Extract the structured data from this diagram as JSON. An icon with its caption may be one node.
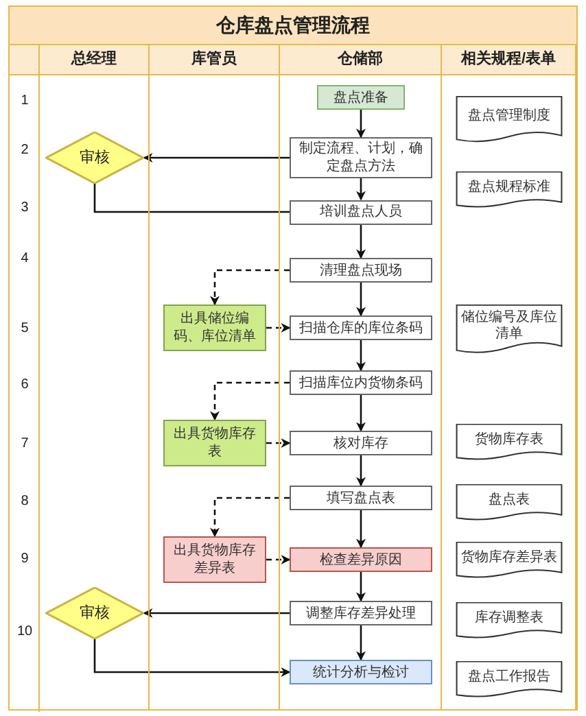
{
  "diagram": {
    "title": "仓库盘点管理流程",
    "nodes": [
      {
        "text": [
          "总经理"
        ]
      },
      {
        "text": [
          "库管员"
        ]
      },
      {
        "text": [
          "仓储部"
        ]
      },
      {
        "text": [
          "相关规程/表单"
        ]
      },
      {
        "text": [
          "盘点准备"
        ],
        "in": 2
      },
      {
        "text": [
          "制定流程、计划，确定盘点方法"
        ],
        "in": 2
      },
      {
        "text": [
          "审核"
        ],
        "in": 0
      },
      {
        "text": [
          "培训盘点人员"
        ],
        "in": 2
      },
      {
        "text": [
          "清理盘点现场"
        ],
        "in": 2
      },
      {
        "text": [
          "出具储位编码、库位清单"
        ],
        "in": 1
      },
      {
        "text": [
          "扫描仓库的库位条码"
        ],
        "in": 2
      },
      {
        "text": [
          "扫描库位内货物条码"
        ],
        "in": 2
      },
      {
        "text": [
          "出具货物库存表"
        ],
        "in": 1
      },
      {
        "text": [
          "核对库存"
        ],
        "in": 2
      },
      {
        "text": [
          "填写盘点表"
        ],
        "in": 2
      },
      {
        "text": [
          "出具货物库存差异表"
        ],
        "in": 1
      },
      {
        "text": [
          "检查差异原因"
        ],
        "in": 2
      },
      {
        "text": [
          "调整库存差异处理"
        ],
        "in": 2
      },
      {
        "text": [
          "审核"
        ],
        "in": 0
      },
      {
        "text": [
          "统计分析与检讨"
        ],
        "in": 2
      },
      {
        "text": [
          "盘点管理制度"
        ],
        "in": 3
      },
      {
        "text": [
          "盘点规程标准"
        ],
        "in": 3
      },
      {
        "text": [
          "储位编号及库位清单"
        ],
        "in": 3
      },
      {
        "text": [
          "货物库存表"
        ],
        "in": 3
      },
      {
        "text": [
          "盘点表"
        ],
        "in": 3
      },
      {
        "text": [
          "货物库存差异表"
        ],
        "in": 3
      },
      {
        "text": [
          "库存调整表"
        ],
        "in": 3
      },
      {
        "text": [
          "盘点工作报告"
        ],
        "in": 3
      }
    ],
    "edges": [
      {
        "from": 4,
        "to": 5,
        "arrow": "to"
      },
      {
        "from": 5,
        "to": 6,
        "arrow": "to"
      },
      {
        "from": 6,
        "to": 7,
        "arrow": "none"
      },
      {
        "from": 5,
        "to": 7,
        "arrow": "to"
      },
      {
        "from": 7,
        "to": 8,
        "arrow": "to"
      },
      {
        "from": 8,
        "to": 9,
        "arrow": "to",
        "style": "dashed"
      },
      {
        "from": 9,
        "to": 10,
        "arrow": "to",
        "style": "dashed"
      },
      {
        "from": 8,
        "to": 10,
        "arrow": "to"
      },
      {
        "from": 10,
        "to": 11,
        "arrow": "to"
      },
      {
        "from": 11,
        "to": 12,
        "arrow": "to",
        "style": "dashed"
      },
      {
        "from": 12,
        "to": 13,
        "arrow": "to",
        "style": "dashed"
      },
      {
        "from": 11,
        "to": 13,
        "arrow": "to"
      },
      {
        "from": 13,
        "to": 14,
        "arrow": "to"
      },
      {
        "from": 14,
        "to": 15,
        "arrow": "to",
        "style": "dashed"
      },
      {
        "from": 15,
        "to": 16,
        "arrow": "to",
        "style": "dashed"
      },
      {
        "from": 14,
        "to": 16,
        "arrow": "to"
      },
      {
        "from": 16,
        "to": 17,
        "arrow": "to"
      },
      {
        "from": 17,
        "to": 18,
        "arrow": "to"
      },
      {
        "from": 18,
        "to": 19,
        "arrow": "to"
      },
      {
        "from": 17,
        "to": 19,
        "arrow": "to"
      }
    ],
    "labels": [
      "1",
      "2",
      "3",
      "4",
      "5",
      "6",
      "7",
      "8",
      "9",
      "10"
    ]
  }
}
